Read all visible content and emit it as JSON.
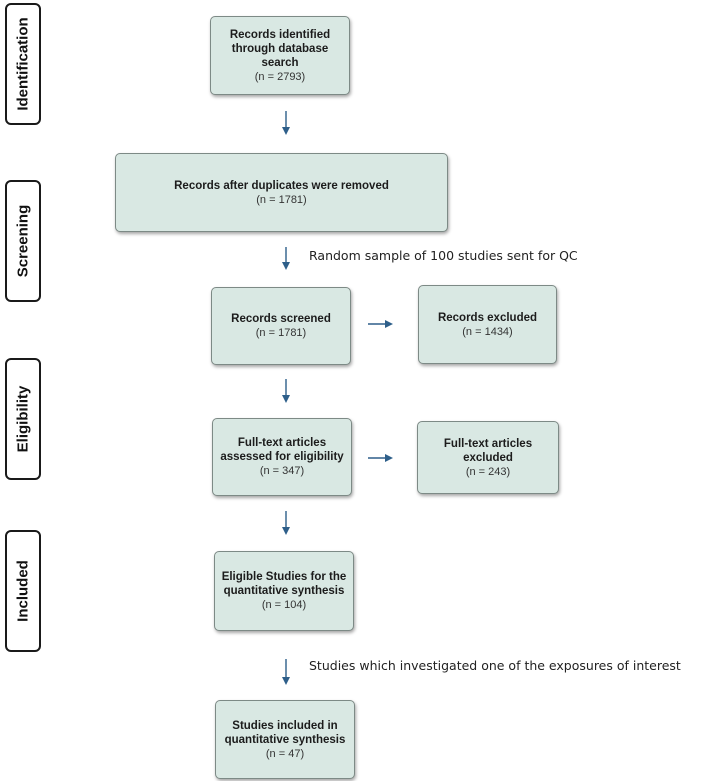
{
  "stages": {
    "identification": "Identification",
    "screening": "Screening",
    "eligibility": "Eligibility",
    "included": "Included"
  },
  "boxes": {
    "identified": {
      "title": "Records identified through database search",
      "count": "(n = 2793)"
    },
    "deduplicated": {
      "title": "Records after duplicates were removed",
      "count": "(n = 1781)"
    },
    "screened": {
      "title": "Records screened",
      "count": "(n = 1781)"
    },
    "excluded": {
      "title": "Records excluded",
      "count": "(n = 1434)"
    },
    "fulltext_assessed": {
      "title": "Full-text articles assessed for eligibility",
      "count": "(n = 347)"
    },
    "fulltext_excluded": {
      "title": "Full-text articles excluded",
      "count": "(n = 243)"
    },
    "eligible": {
      "title": "Eligible Studies for the quantitative synthesis",
      "count": "(n = 104)"
    },
    "included": {
      "title": "Studies included in quantitative synthesis",
      "count": "(n = 47)"
    }
  },
  "notes": {
    "qc": "Random sample of 100 studies sent for QC",
    "exposures": "Studies which investigated one of the exposures of interest"
  },
  "colors": {
    "box_fill": "#d9e8e3",
    "arrow": "#2e5f8a"
  }
}
